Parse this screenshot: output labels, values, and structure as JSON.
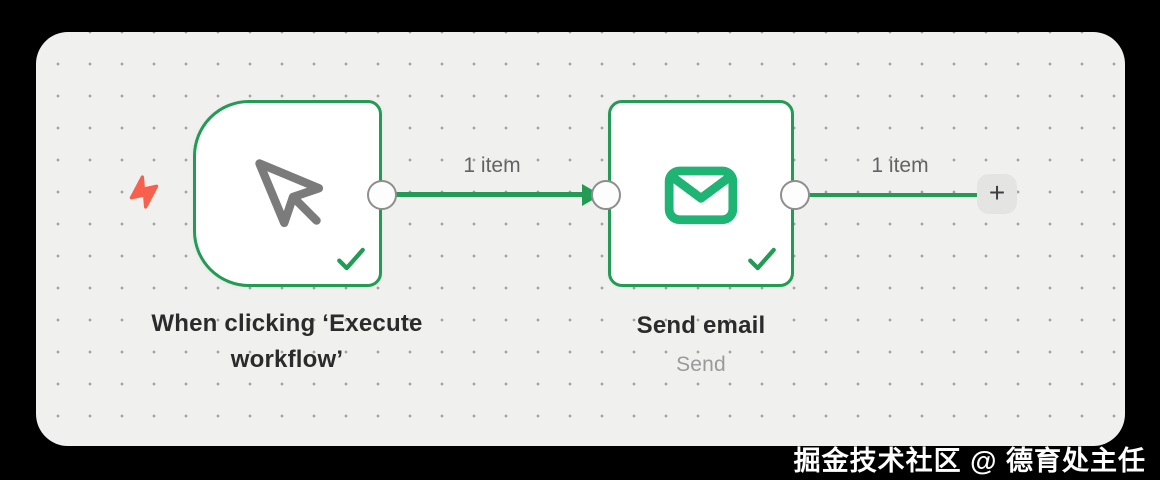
{
  "canvas": {
    "background": "#f0f0ee",
    "outer_background": "#000000",
    "dot_color": "#a3a3a3"
  },
  "colors": {
    "node_border_green": "#239b55",
    "connection_green": "#239b55",
    "envelope_green": "#1eb473",
    "checkmark_green": "#239b55",
    "trigger_bolt_red": "#f6604d",
    "cursor_gray": "#7b7b7b",
    "port_border_gray": "#8e8e8e",
    "items_label_gray": "#636363",
    "title_color": "#2b2b2b",
    "subtitle_gray": "#9a9a9a"
  },
  "nodes": [
    {
      "id": "manual-trigger",
      "type": "trigger",
      "title": "When clicking ‘Execute workflow’",
      "title_line1": "When clicking ‘Execute",
      "title_line2": "workflow’",
      "icon": "cursor-icon",
      "status": "success"
    },
    {
      "id": "send-email",
      "type": "action",
      "title": "Send email",
      "subtitle": "Send",
      "icon": "envelope-icon",
      "status": "success"
    }
  ],
  "connections": [
    {
      "from": "manual-trigger",
      "to": "send-email",
      "label": "1 item"
    },
    {
      "from": "send-email",
      "to": "add-node-button",
      "label": "1 item"
    }
  ],
  "add_button": {
    "label": "+"
  },
  "watermark": "掘金技术社区 @ 德育处主任"
}
